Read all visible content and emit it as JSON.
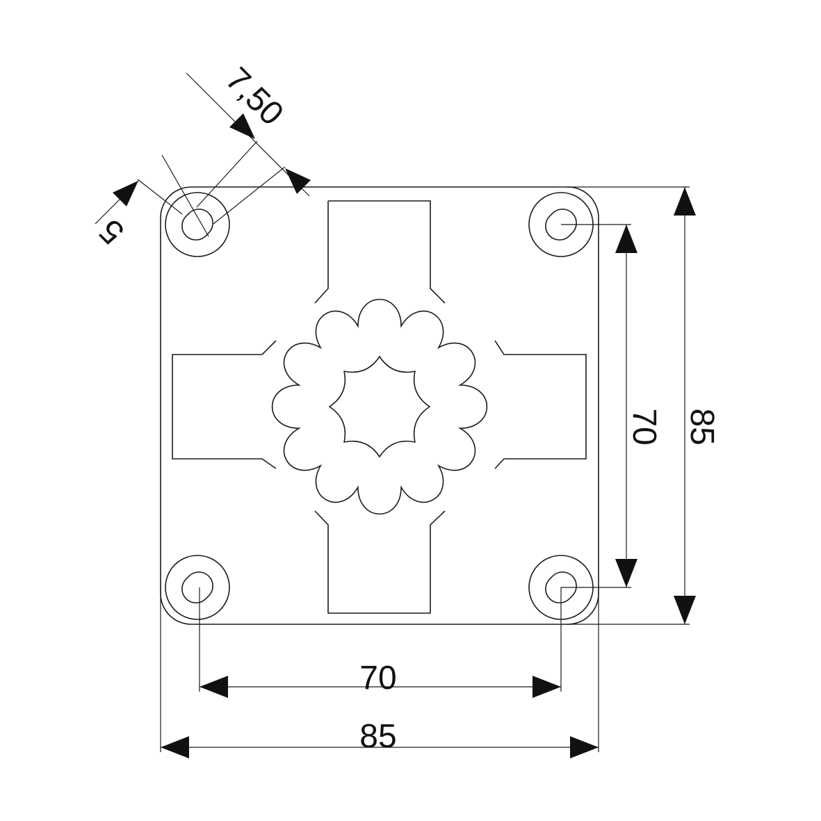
{
  "dimensions": {
    "bottom_inner": "70",
    "bottom_outer": "85",
    "right_inner": "70",
    "right_outer": "85",
    "slot_length": "7,50",
    "slot_width": "5"
  },
  "colors": {
    "line": "#1a1a1a",
    "background": "#ffffff"
  }
}
